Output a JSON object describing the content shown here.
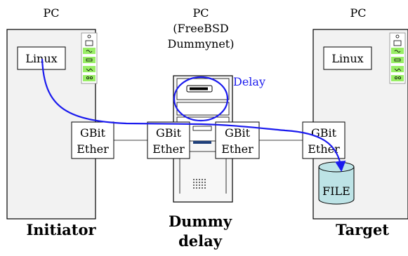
{
  "pc_labels": {
    "left": "PC",
    "middle": [
      "PC",
      "(FreeBSD",
      "Dummynet)"
    ],
    "right": "PC"
  },
  "os_labels": {
    "left": "Linux",
    "right": "Linux"
  },
  "nic_labels": {
    "line1": "GBit",
    "line2": "Ether"
  },
  "delay_label": "Delay",
  "file_label": "FILE",
  "bottom_labels": {
    "initiator": "Initiator",
    "dummy": [
      "Dummy",
      "delay"
    ],
    "target": "Target"
  },
  "colors": {
    "path": "#1a1aee",
    "delay_text": "#1a1aee",
    "case_fill": "#f2f2f2",
    "file_fill": "#bde3e6",
    "indicator": "#99ee66"
  }
}
